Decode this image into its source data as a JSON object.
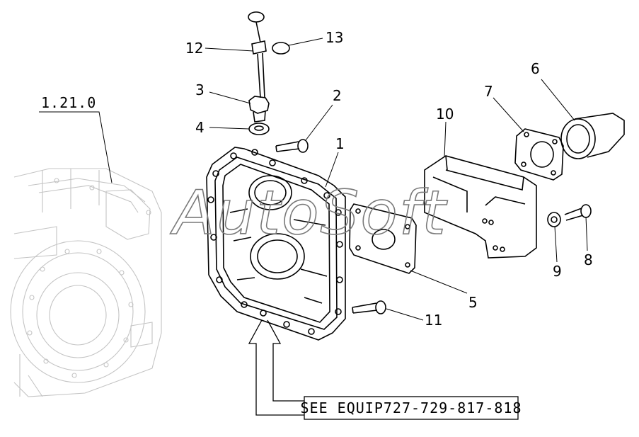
{
  "reference_label": "1.21.0",
  "see_note": "SEE EQUIP727-729-817-818",
  "watermark": "AutoSoft",
  "callouts": [
    "1",
    "2",
    "3",
    "4",
    "5",
    "6",
    "7",
    "8",
    "9",
    "10",
    "11",
    "12",
    "13"
  ],
  "colors": {
    "line": "#000000",
    "ghost": "#bdbdbd",
    "watermark": "#7a7a7a"
  }
}
